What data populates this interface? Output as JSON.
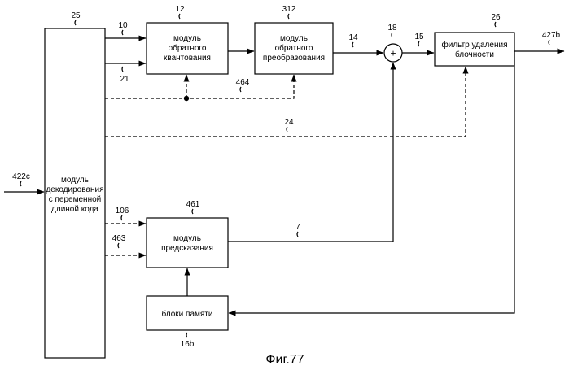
{
  "blocks": {
    "vlc_decoder": {
      "ref": "25",
      "lines": [
        "модуль",
        "декодирования",
        "с переменной",
        "длиной кода"
      ]
    },
    "inverse_quant": {
      "ref": "12",
      "lines": [
        "модуль",
        "обратного",
        "квантования"
      ]
    },
    "inverse_transform": {
      "ref": "312",
      "lines": [
        "модуль",
        "обратного",
        "преобразования"
      ]
    },
    "deblocking_filter": {
      "ref": "26",
      "lines": [
        "фильтр удаления",
        "блочности"
      ]
    },
    "prediction": {
      "ref": "461",
      "lines": [
        "модуль",
        "предсказания"
      ]
    },
    "memory": {
      "ref": "16b",
      "lines": [
        "блоки памяти"
      ]
    },
    "adder": {
      "ref": "18",
      "symbol": "+"
    }
  },
  "signals": {
    "input": "422c",
    "output": "427b",
    "s10": "10",
    "s21": "21",
    "s464": "464",
    "s14": "14",
    "s15": "15",
    "s24": "24",
    "s106": "106",
    "s463": "463",
    "s7": "7"
  },
  "caption": "Фиг.77",
  "colors": {
    "ink": "#000000",
    "background": "#ffffff"
  }
}
